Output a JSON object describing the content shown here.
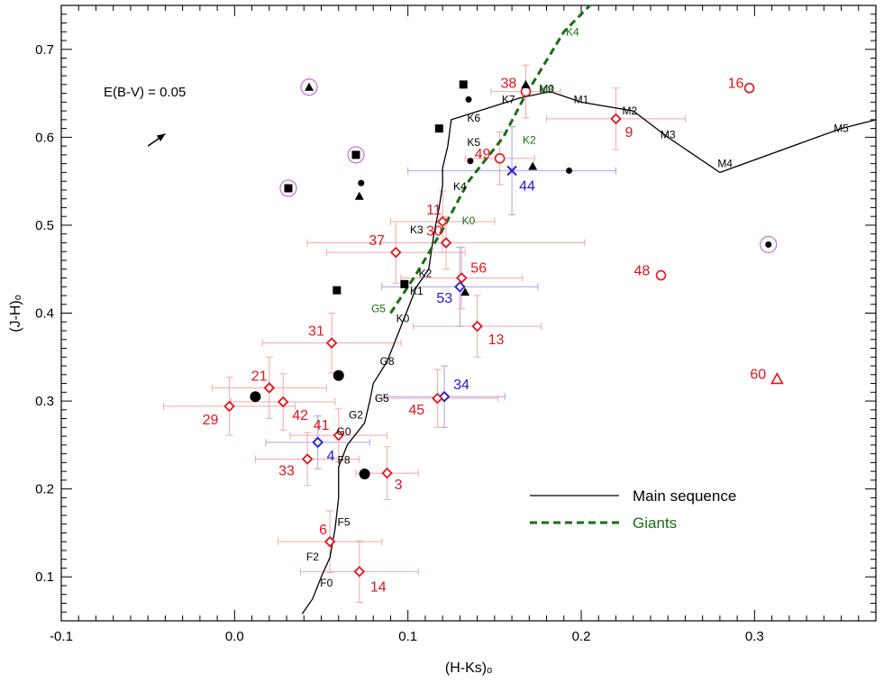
{
  "chart_data": {
    "type": "scatter",
    "title": "",
    "xlabel": "(H-Ks)ₒ",
    "ylabel": "(J-H)ₒ",
    "xlim": [
      -0.1,
      0.37
    ],
    "ylim": [
      0.05,
      0.75
    ],
    "xticks": [
      -0.1,
      0.0,
      0.1,
      0.2,
      0.3
    ],
    "yticks": [
      0.1,
      0.2,
      0.3,
      0.4,
      0.5,
      0.6,
      0.7
    ],
    "xtick_labels": [
      "-0.1",
      "0.0",
      "0.1",
      "0.2",
      "0.3"
    ],
    "ytick_labels": [
      "0.1",
      "0.2",
      "0.3",
      "0.4",
      "0.5",
      "0.6",
      "0.7"
    ],
    "grid": false,
    "legend_position": "bottom-right",
    "reddening": {
      "label": "E(B-V) = 0.05",
      "from": [
        -0.05,
        0.59
      ],
      "to": [
        -0.04,
        0.604
      ]
    },
    "colors": {
      "red": "#e4141b",
      "red_err": "#f0a8ac",
      "blue": "#2318d8",
      "blue_err": "#a6a2e9",
      "green": "#1a6e12",
      "purple": "#c86bd9",
      "black": "#000000"
    },
    "series": [
      {
        "name": "Main sequence",
        "style": "solid",
        "color": "#000000",
        "points": [
          [
            0.039,
            0.058
          ],
          [
            0.045,
            0.075
          ],
          [
            0.05,
            0.1
          ],
          [
            0.055,
            0.122
          ],
          [
            0.058,
            0.155
          ],
          [
            0.06,
            0.19
          ],
          [
            0.06,
            0.225
          ],
          [
            0.065,
            0.25
          ],
          [
            0.075,
            0.275
          ],
          [
            0.078,
            0.3
          ],
          [
            0.08,
            0.32
          ],
          [
            0.088,
            0.345
          ],
          [
            0.093,
            0.37
          ],
          [
            0.098,
            0.395
          ],
          [
            0.105,
            0.43
          ],
          [
            0.112,
            0.45
          ],
          [
            0.115,
            0.49
          ],
          [
            0.118,
            0.52
          ],
          [
            0.12,
            0.545
          ],
          [
            0.12,
            0.565
          ],
          [
            0.123,
            0.59
          ],
          [
            0.125,
            0.62
          ],
          [
            0.165,
            0.645
          ],
          [
            0.182,
            0.652
          ],
          [
            0.2,
            0.64
          ],
          [
            0.23,
            0.63
          ],
          [
            0.25,
            0.6
          ],
          [
            0.28,
            0.56
          ],
          [
            0.35,
            0.61
          ],
          [
            0.37,
            0.62
          ]
        ],
        "labels": [
          {
            "text": "F0",
            "x": 0.053,
            "y": 0.093
          },
          {
            "text": "F2",
            "x": 0.045,
            "y": 0.123
          },
          {
            "text": "F5",
            "x": 0.063,
            "y": 0.162
          },
          {
            "text": "F8",
            "x": 0.063,
            "y": 0.233
          },
          {
            "text": "G0",
            "x": 0.063,
            "y": 0.265
          },
          {
            "text": "G2",
            "x": 0.07,
            "y": 0.284
          },
          {
            "text": "G5",
            "x": 0.085,
            "y": 0.303
          },
          {
            "text": "G8",
            "x": 0.088,
            "y": 0.345
          },
          {
            "text": "K0",
            "x": 0.097,
            "y": 0.394
          },
          {
            "text": "K1",
            "x": 0.105,
            "y": 0.425
          },
          {
            "text": "K2",
            "x": 0.11,
            "y": 0.445
          },
          {
            "text": "K3",
            "x": 0.105,
            "y": 0.495
          },
          {
            "text": "K4",
            "x": 0.13,
            "y": 0.544
          },
          {
            "text": "K5",
            "x": 0.138,
            "y": 0.594
          },
          {
            "text": "K6",
            "x": 0.138,
            "y": 0.622
          },
          {
            "text": "K7",
            "x": 0.158,
            "y": 0.643
          },
          {
            "text": "M0",
            "x": 0.18,
            "y": 0.655
          },
          {
            "text": "M1",
            "x": 0.2,
            "y": 0.643
          },
          {
            "text": "M2",
            "x": 0.228,
            "y": 0.63
          },
          {
            "text": "M3",
            "x": 0.25,
            "y": 0.603
          },
          {
            "text": "M4",
            "x": 0.283,
            "y": 0.57
          },
          {
            "text": "M5",
            "x": 0.35,
            "y": 0.61
          }
        ]
      },
      {
        "name": "Giants",
        "style": "dashed",
        "color": "#1a6e12",
        "points": [
          [
            0.09,
            0.4
          ],
          [
            0.105,
            0.445
          ],
          [
            0.12,
            0.495
          ],
          [
            0.135,
            0.55
          ],
          [
            0.155,
            0.6
          ],
          [
            0.167,
            0.645
          ],
          [
            0.19,
            0.72
          ],
          [
            0.205,
            0.76
          ]
        ],
        "labels": [
          {
            "text": "G5",
            "x": 0.083,
            "y": 0.405
          },
          {
            "text": "K0",
            "x": 0.135,
            "y": 0.505
          },
          {
            "text": "K2",
            "x": 0.17,
            "y": 0.597
          },
          {
            "text": "K3",
            "x": 0.18,
            "y": 0.654
          },
          {
            "text": "K4",
            "x": 0.195,
            "y": 0.72
          }
        ]
      },
      {
        "name": "Red diamonds",
        "marker": "diamond",
        "color": "#e4141b",
        "points": [
          {
            "label": "3",
            "x": 0.088,
            "y": 0.218,
            "xerr": 0.018,
            "yerr": 0.03
          },
          {
            "label": "4",
            "x": 0.048,
            "y": 0.253,
            "xerr": 0.03,
            "yerr": 0.03,
            "color": "#2318d8"
          },
          {
            "label": "6",
            "x": 0.055,
            "y": 0.14,
            "xerr": 0.03,
            "yerr": 0.035
          },
          {
            "label": "9",
            "x": 0.22,
            "y": 0.621,
            "xerr": 0.04,
            "yerr": 0.035
          },
          {
            "label": "11",
            "x": 0.12,
            "y": 0.504,
            "xerr": 0.03,
            "yerr": 0.035
          },
          {
            "label": "13",
            "x": 0.14,
            "y": 0.385,
            "xerr": 0.037,
            "yerr": 0.035
          },
          {
            "label": "14",
            "x": 0.072,
            "y": 0.106,
            "xerr": 0.034,
            "yerr": 0.035
          },
          {
            "label": "21",
            "x": 0.02,
            "y": 0.315,
            "xerr": 0.033,
            "yerr": 0.035
          },
          {
            "label": "29",
            "x": -0.003,
            "y": 0.294,
            "xerr": 0.038,
            "yerr": 0.033
          },
          {
            "label": "30",
            "x": 0.122,
            "y": 0.48,
            "xerr": 0.08,
            "yerr": 0.03
          },
          {
            "label": "31",
            "x": 0.056,
            "y": 0.366,
            "xerr": 0.04,
            "yerr": 0.034
          },
          {
            "label": "33",
            "x": 0.042,
            "y": 0.234,
            "xerr": 0.03,
            "yerr": 0.03
          },
          {
            "label": "34",
            "x": 0.121,
            "y": 0.305,
            "xerr": 0.035,
            "yerr": 0.035,
            "color": "#2318d8"
          },
          {
            "label": "37",
            "x": 0.093,
            "y": 0.469,
            "xerr": 0.04,
            "yerr": 0.035
          },
          {
            "label": "41",
            "x": 0.06,
            "y": 0.261,
            "xerr": 0.028,
            "yerr": 0.03
          },
          {
            "label": "42",
            "x": 0.028,
            "y": 0.299,
            "xerr": 0.03,
            "yerr": 0.032
          },
          {
            "label": "45",
            "x": 0.117,
            "y": 0.303,
            "xerr": 0.035,
            "yerr": 0.033
          },
          {
            "label": "53",
            "x": 0.13,
            "y": 0.43,
            "xerr": 0.045,
            "yerr": 0.045,
            "color": "#2318d8"
          },
          {
            "label": "56",
            "x": 0.131,
            "y": 0.44,
            "xerr": 0.035,
            "yerr": 0.035
          }
        ]
      },
      {
        "name": "Open circles",
        "marker": "circle-open",
        "color": "#e4141b",
        "points": [
          {
            "label": "16",
            "x": 0.297,
            "y": 0.656
          },
          {
            "label": "38",
            "x": 0.168,
            "y": 0.652,
            "xerr": 0.02,
            "yerr": 0.03
          },
          {
            "label": "48",
            "x": 0.246,
            "y": 0.443
          },
          {
            "label": "49",
            "x": 0.153,
            "y": 0.576,
            "xerr": 0.02,
            "yerr": 0.03
          }
        ]
      },
      {
        "name": "Cross",
        "marker": "x",
        "color": "#2318d8",
        "points": [
          {
            "label": "44",
            "x": 0.16,
            "y": 0.562,
            "xerr": 0.06,
            "yerr": 0.05
          }
        ]
      },
      {
        "name": "Open triangle",
        "marker": "triangle-open",
        "color": "#e4141b",
        "points": [
          {
            "label": "60",
            "x": 0.313,
            "y": 0.325
          }
        ]
      },
      {
        "name": "Black squares",
        "marker": "square",
        "color": "#000000",
        "points": [
          [
            0.132,
            0.66
          ],
          [
            0.118,
            0.61
          ],
          [
            0.07,
            0.58
          ],
          [
            0.031,
            0.542
          ],
          [
            0.059,
            0.426
          ],
          [
            0.098,
            0.433
          ]
        ]
      },
      {
        "name": "Black triangles",
        "marker": "triangle",
        "color": "#000000",
        "points": [
          [
            0.043,
            0.657
          ],
          [
            0.168,
            0.66
          ],
          [
            0.172,
            0.567
          ],
          [
            0.072,
            0.533
          ],
          [
            0.133,
            0.424
          ]
        ]
      },
      {
        "name": "Black dots",
        "marker": "dot",
        "color": "#000000",
        "points": [
          [
            0.135,
            0.643
          ],
          [
            0.136,
            0.573
          ],
          [
            0.073,
            0.548
          ],
          [
            0.193,
            0.562
          ],
          [
            0.308,
            0.478
          ]
        ]
      },
      {
        "name": "Large black dots",
        "marker": "dot-large",
        "color": "#000000",
        "points": [
          [
            0.06,
            0.329
          ],
          [
            0.012,
            0.305
          ],
          [
            0.075,
            0.217
          ]
        ]
      },
      {
        "name": "Purple rings",
        "marker": "ring",
        "color": "#c86bd9",
        "points": [
          [
            0.043,
            0.657
          ],
          [
            0.07,
            0.58
          ],
          [
            0.031,
            0.542
          ],
          [
            0.308,
            0.478
          ]
        ]
      }
    ],
    "legend": [
      {
        "label": "Main sequence",
        "style": "solid",
        "color": "#000000"
      },
      {
        "label": "Giants",
        "style": "dashed",
        "color": "#1a6e12"
      }
    ]
  }
}
